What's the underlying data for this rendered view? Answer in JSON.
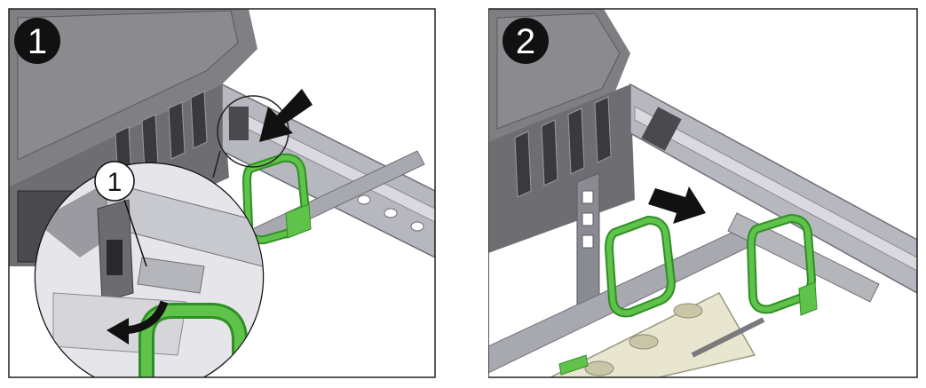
{
  "panels": [
    {
      "step_label": "1",
      "callout_label": "1"
    },
    {
      "step_label": "2"
    }
  ],
  "colors": {
    "chassis": "#8a8a8d",
    "chassis_top": "#7f7f82",
    "chassis_dark": "#3c3c40",
    "rail": "#b8b8c0",
    "rail_dark": "#6f6f78",
    "strap": "#5fc24a",
    "strap_dark": "#2f8f24",
    "arrow": "#111111",
    "cable": "#e8e6cf",
    "frame": "#222222"
  }
}
